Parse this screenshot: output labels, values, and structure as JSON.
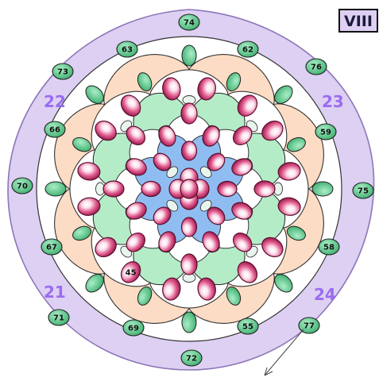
{
  "plate_label": "VIII",
  "sector_labels": [
    "22",
    "23",
    "21",
    "24"
  ],
  "outer_nodes": [
    "74",
    "63",
    "62",
    "76",
    "73",
    "59",
    "66",
    "70",
    "75",
    "67",
    "58",
    "71",
    "69",
    "55",
    "77",
    "72"
  ],
  "inner_labeled_node": "45",
  "colors": {
    "outer_band": "#ddd0f3",
    "outer_band_stroke": "#8d76b8",
    "peach": "#fcdcc4",
    "mint": "#b5ecc8",
    "blue": "#8fbdf2",
    "green_node": "#6fd39b",
    "red_node": "#cf2e6b",
    "sector_text": "#9b6cf0",
    "pale_node": "#e8f4ec"
  }
}
